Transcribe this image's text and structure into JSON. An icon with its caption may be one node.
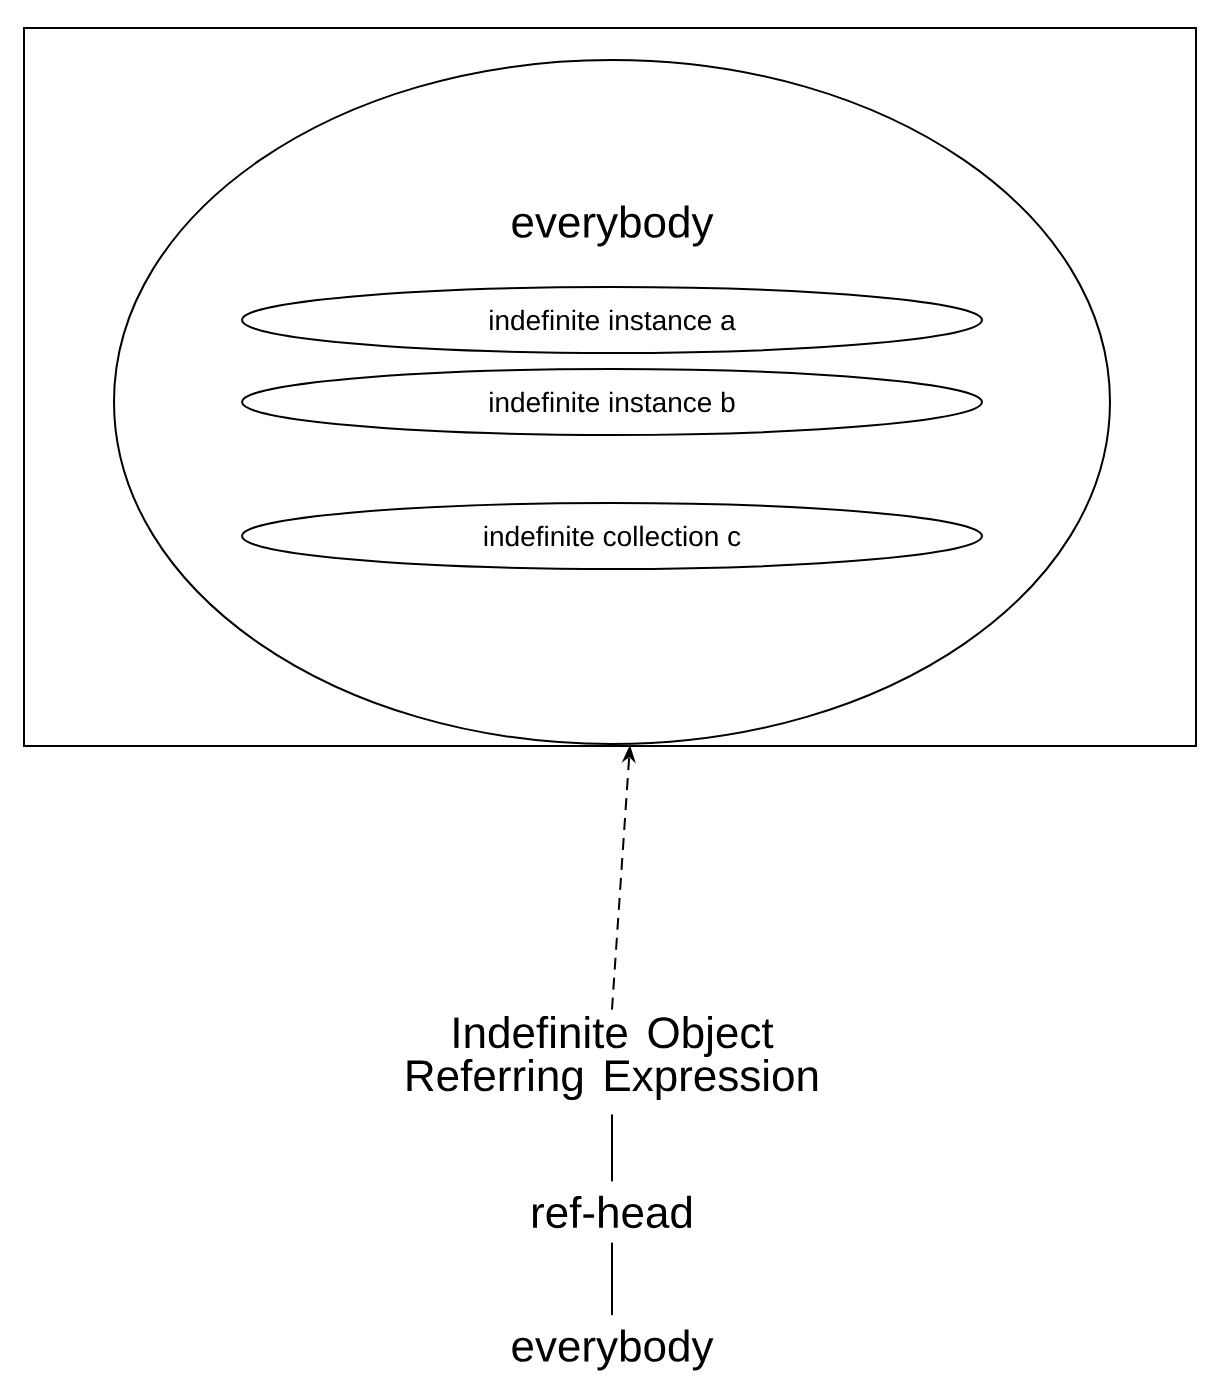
{
  "diagram": {
    "nodes": [
      {
        "text": [],
        "shape": "box"
      },
      {
        "text": [
          "everybody"
        ],
        "in": 0
      },
      {
        "text": [
          "indefinite instance a"
        ],
        "in": 1
      },
      {
        "text": [
          "indefinite instance b"
        ],
        "in": 1
      },
      {
        "text": [
          "indefinite collection c"
        ],
        "in": 1
      },
      {
        "text": [
          "Indefinite Object Referring Expression"
        ]
      },
      {
        "text": [
          "ref-head"
        ]
      },
      {
        "text": [
          "everybody"
        ]
      }
    ],
    "edges": [
      {
        "from": 5,
        "to": 1,
        "arrow": "to",
        "style": "dashed"
      },
      {
        "from": 5,
        "to": 6,
        "arrow": "none"
      },
      {
        "from": 6,
        "to": 7,
        "arrow": "none"
      }
    ]
  }
}
